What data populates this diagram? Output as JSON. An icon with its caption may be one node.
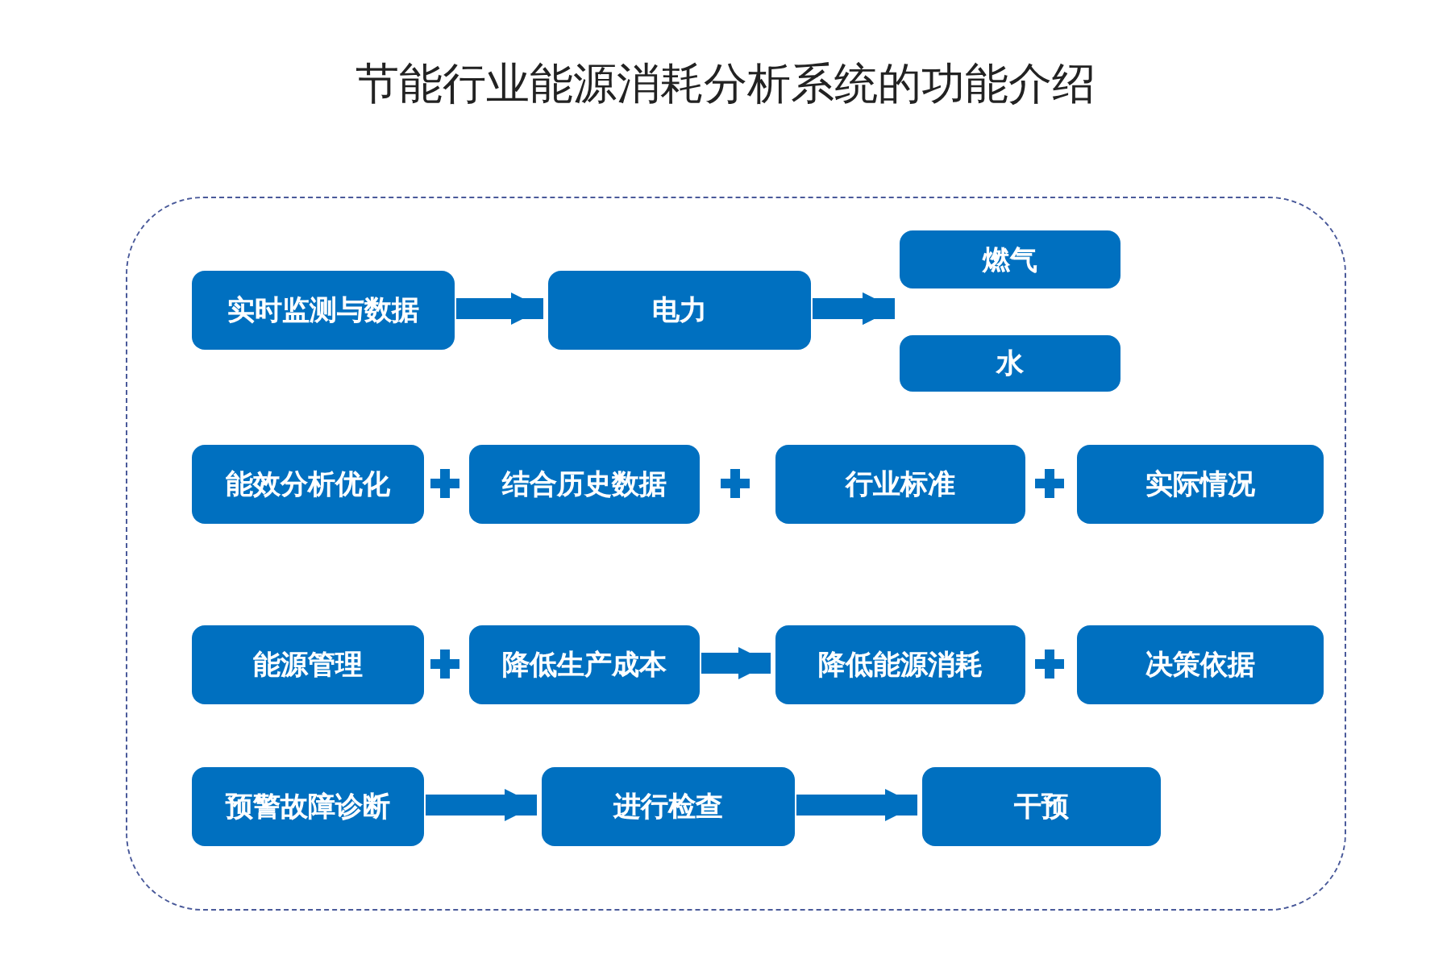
{
  "diagram": {
    "title": "节能行业能源消耗分析系统的功能介绍",
    "nodes": [
      {
        "text": [],
        "shape": "box"
      },
      {
        "text": [
          "实时监测与数据"
        ],
        "in": 0
      },
      {
        "text": [
          "电力"
        ],
        "in": 0
      },
      {
        "text": [
          "燃气"
        ],
        "in": 0
      },
      {
        "text": [
          "水"
        ],
        "in": 0
      },
      {
        "text": [
          "能效分析优化"
        ],
        "in": 0
      },
      {
        "text": [
          "结合历史数据"
        ],
        "in": 0
      },
      {
        "text": [
          "行业标准"
        ],
        "in": 0
      },
      {
        "text": [
          "实际情况"
        ],
        "in": 0
      },
      {
        "text": [
          "能源管理"
        ],
        "in": 0
      },
      {
        "text": [
          "降低生产成本"
        ],
        "in": 0
      },
      {
        "text": [
          "降低能源消耗"
        ],
        "in": 0
      },
      {
        "text": [
          "决策依据"
        ],
        "in": 0
      },
      {
        "text": [
          "预警故障诊断"
        ],
        "in": 0
      },
      {
        "text": [
          "进行检查"
        ],
        "in": 0
      },
      {
        "text": [
          "干预"
        ],
        "in": 0
      }
    ],
    "edges": [
      {
        "from": 1,
        "to": 2,
        "arrow": "to"
      },
      {
        "from": 2,
        "to": 3,
        "arrow": "to"
      },
      {
        "from": 2,
        "to": 4,
        "arrow": "to"
      },
      {
        "from": 10,
        "to": 11,
        "arrow": "to"
      },
      {
        "from": 13,
        "to": 14,
        "arrow": "to"
      },
      {
        "from": 14,
        "to": 15,
        "arrow": "to"
      }
    ]
  }
}
